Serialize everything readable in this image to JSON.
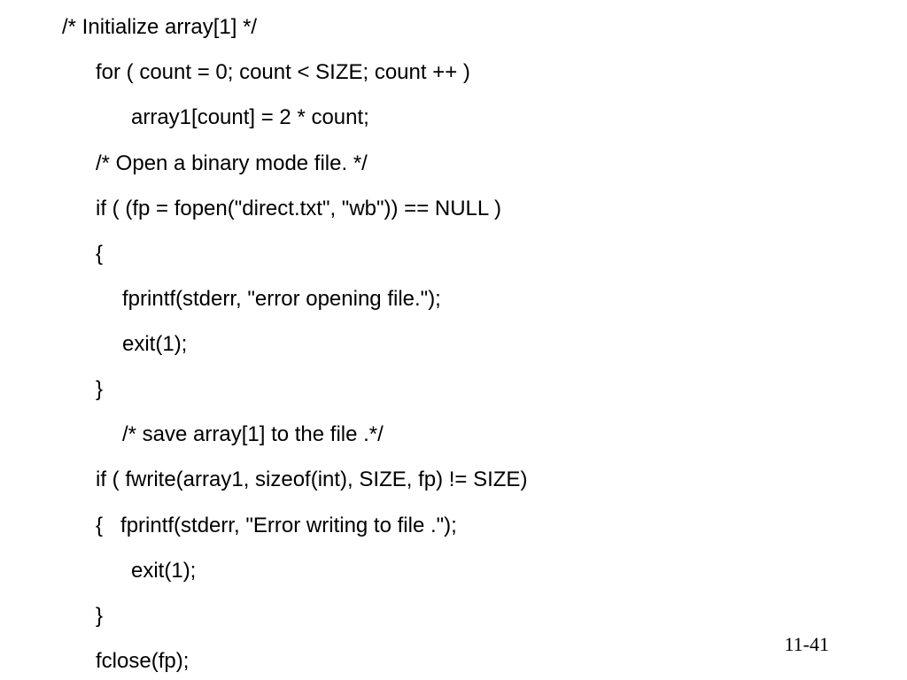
{
  "code_lines": [
    "/* Initialize array[1] */",
    "for ( count = 0; count < SIZE; count ++ )",
    "array1[count] = 2 * count;",
    "/* Open a binary mode file. */",
    "if ( (fp = fopen(\"direct.txt\", \"wb\")) == NULL )",
    "{",
    "fprintf(stderr, \"error opening file.\");",
    "exit(1);",
    "}",
    "/* save array[1] to the file .*/",
    "if ( fwrite(array1, sizeof(int), SIZE, fp) != SIZE)",
    "{   fprintf(stderr, \"Error writing to file .\");",
    "exit(1);",
    "}",
    "fclose(fp);"
  ],
  "page_number": "11-41"
}
